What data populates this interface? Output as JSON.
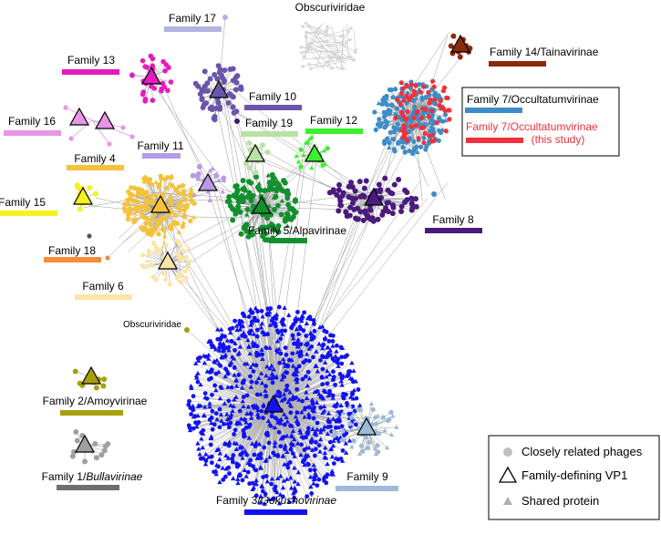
{
  "families": [
    {
      "label": "Family 17",
      "color": "#b3b3e0"
    },
    {
      "label": "Obscuriviridae",
      "color": "#d0d0d0"
    },
    {
      "label": "Family 13",
      "color": "#e51bbf"
    },
    {
      "label": "Family 14/Tainavirinae",
      "color": "#8a2a0a"
    },
    {
      "label": "Family 10",
      "color": "#6a55aa"
    },
    {
      "label": "Family 16",
      "color": "#e796e6"
    },
    {
      "label": "Family 19",
      "color": "#b9e0a5"
    },
    {
      "label": "Family 12",
      "color": "#3bf02f"
    },
    {
      "label": "Family 11",
      "color": "#b89ae6"
    },
    {
      "label": "Family 4",
      "color": "#f6c23b"
    },
    {
      "label": "Family 15",
      "color": "#f6f21b"
    },
    {
      "label": "Family 5/Alpavirinae",
      "color": "#12902f"
    },
    {
      "label": "Family 8",
      "color": "#4a1a7e"
    },
    {
      "label": "Family 18",
      "color": "#f58d3a"
    },
    {
      "label": "Family 6",
      "color": "#fbe5a5"
    },
    {
      "label": "Obscuriviridae",
      "color": "#a89a10"
    },
    {
      "label": "Family 2/Amoyvirinae",
      "color": "#a8a00a"
    },
    {
      "label": "Family 1/",
      "italic": "Bullavirinae",
      "color": "#6e6e6e"
    },
    {
      "label": "Family 3/",
      "italic": "Gokushovirinae",
      "color": "#1212f0"
    },
    {
      "label": "Family 9",
      "color": "#9dbad8"
    }
  ],
  "occultatum_box": {
    "label1": "Family 7/Occultatumvirinae",
    "color1": "#3d8cc8",
    "label2": "Family 7/Occultatumvirinae",
    "label2b": "(this study)",
    "color2": "#f0303a"
  },
  "legend": {
    "items": [
      "Closely related phages",
      "Family-defining VP1",
      "Shared protein"
    ]
  }
}
